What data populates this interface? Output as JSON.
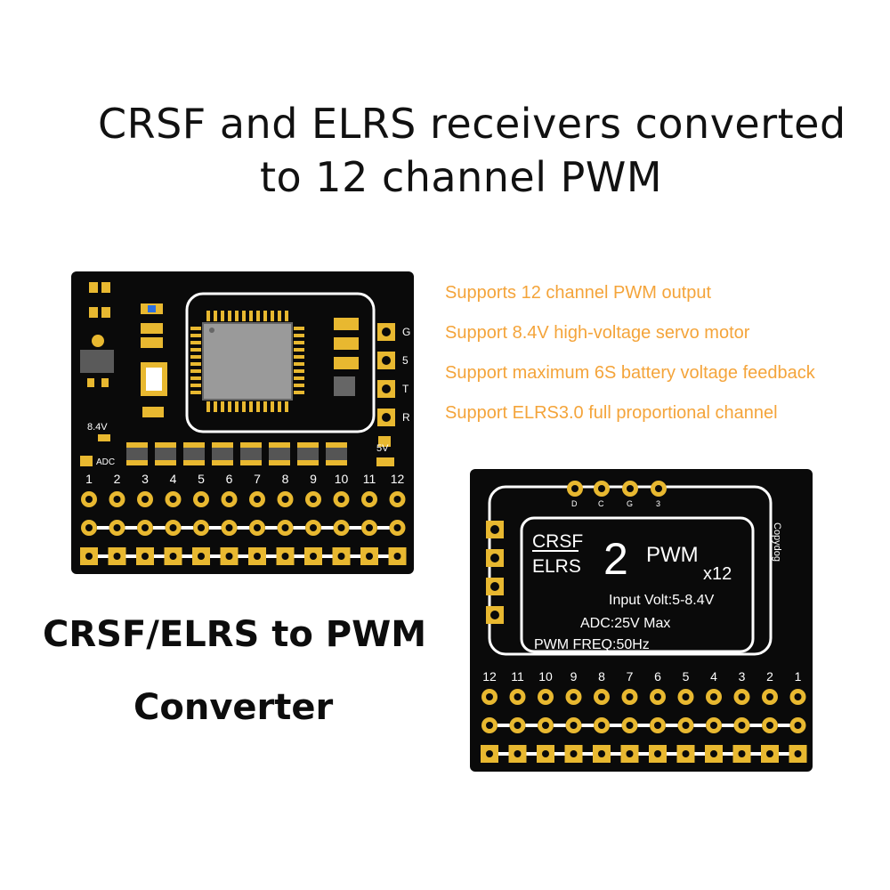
{
  "headline": {
    "line1": "CRSF and ELRS receivers converted",
    "line2": "to 12 channel PWM"
  },
  "features": [
    "Supports 12 channel PWM output",
    "Support 8.4V high-voltage servo motor",
    "Support maximum 6S battery voltage feedback",
    "Support ELRS3.0 full proportional channel"
  ],
  "caption": {
    "line1": "CRSF/ELRS to PWM",
    "line2": "Converter"
  },
  "front_board": {
    "label_84v": "8.4V",
    "label_adc": "ADC",
    "label_5v": "5V",
    "side_pins": [
      "G",
      "5",
      "T",
      "R"
    ],
    "channels": [
      "1",
      "2",
      "3",
      "4",
      "5",
      "6",
      "7",
      "8",
      "9",
      "10",
      "11",
      "12"
    ]
  },
  "back_board": {
    "top_pins": [
      "D",
      "C",
      "G",
      "3"
    ],
    "logo_crsf": "CRSF",
    "logo_elrs": "ELRS",
    "logo_2": "2",
    "logo_pwm": "PWM",
    "logo_x12": "x12",
    "brand": "Copydog",
    "input_volt": "Input Volt:5-8.4V",
    "adc": "ADC:25V Max",
    "pwm_freq": "PWM FREQ:50Hz",
    "channels": [
      "12",
      "11",
      "10",
      "9",
      "8",
      "7",
      "6",
      "5",
      "4",
      "3",
      "2",
      "1"
    ]
  },
  "colors": {
    "board": "#0a0a0a",
    "gold": "#e8b830",
    "feature_text": "#f4a43a",
    "silk": "#ffffff"
  }
}
